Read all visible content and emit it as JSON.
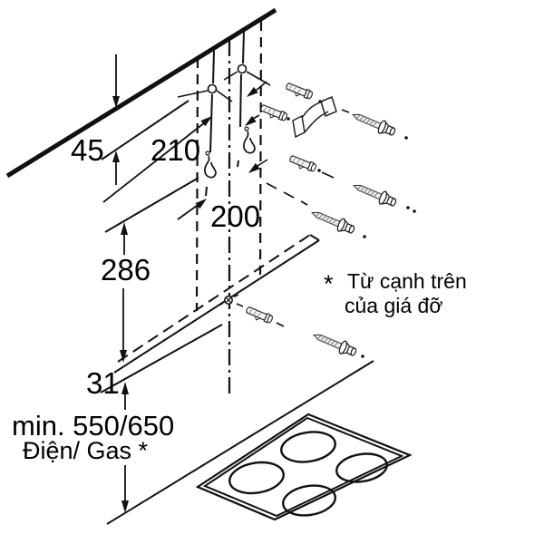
{
  "diagram": {
    "dims": {
      "ceiling_offset": "45",
      "upper_hole_spacing": "210",
      "lower_hole_spacing": "200",
      "bracket_distance": "286",
      "rail_height": "31",
      "min_clearance": "min. 550/650",
      "fuel_note": "Điện/ Gas *"
    },
    "footnote": {
      "marker": "*",
      "line1": "Từ cạnh trên",
      "line2": "của giá đỡ"
    },
    "colors": {
      "line": "#111111",
      "background": "#ffffff"
    }
  }
}
